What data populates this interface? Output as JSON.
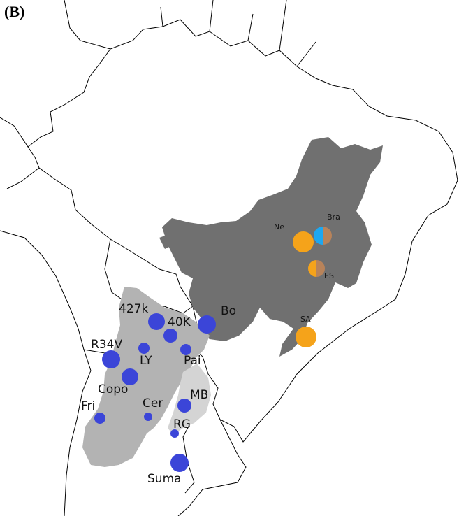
{
  "panel_label": "(B)",
  "colors": {
    "border": "#000000",
    "north_region": "#707070",
    "south_region_main": "#b3b3b3",
    "south_region_light": "#d4d4d4",
    "blue_marker": "#3b45d8",
    "orange_marker": "#f5a31a",
    "brown_marker": "#b8835a",
    "cyan_marker": "#1ea7f0"
  },
  "markers": {
    "blue": [
      {
        "label": "427k"
      },
      {
        "label": "40K"
      },
      {
        "label": "Bo"
      },
      {
        "label": "R34V"
      },
      {
        "label": "LY"
      },
      {
        "label": "Pai"
      },
      {
        "label": "Copo"
      },
      {
        "label": "Cer"
      },
      {
        "label": "MB"
      },
      {
        "label": "Fri"
      },
      {
        "label": "RG"
      },
      {
        "label": "Suma"
      }
    ],
    "northeast": [
      {
        "label": "Ne"
      },
      {
        "label": "Bra"
      },
      {
        "label": "ES"
      },
      {
        "label": "SA"
      }
    ]
  }
}
